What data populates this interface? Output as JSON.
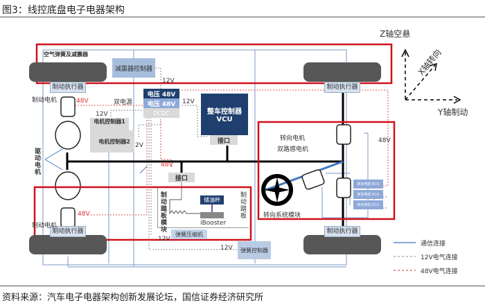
{
  "title": "图3：线控底盘电子电器架构",
  "source": "资料来源：汽车电子电器架构创新发展论坛，国信证券经济研究所",
  "labels": {
    "air_spring": "空气弹簧及减震器",
    "damper_ctrl": "减震器控制器",
    "brake_actuator": "制动执行器",
    "brake_motor": "制动电机",
    "dual_power": "双电源",
    "v48a": "电压 48V",
    "v48b": "电压 48V",
    "dcdc": "DCDC",
    "vcu": "整车控制器",
    "vcu_sub": "VCU",
    "interface": "接口",
    "motor_ctrl1": "电机控制器1",
    "motor_ctrl2": "电机控制器2",
    "drive_motor": "驱动电机",
    "v12": "12V",
    "v48": "48V",
    "v2": "2V",
    "brake_pedal_module": "制动踏板模块",
    "brake_pedal": "制动踏板",
    "reservoir": "储油杯",
    "ibooster": "iBooster",
    "spring_compressor": "弹簧压缩机",
    "spring_ctrl": "弹簧控制器",
    "steer_motor": "转向电机",
    "dual_sensor_motor": "双路感电机",
    "steer_module": "转向系统模块",
    "ecu": "转向电机 ECU"
  },
  "axes": {
    "z": "Z轴空悬",
    "x": "X轴转向",
    "y": "Y轴制动"
  },
  "legend": [
    {
      "label": "通信连接",
      "style": "solid",
      "color": "#5b8ac6"
    },
    {
      "label": "12V电气连接",
      "style": "dashed",
      "color": "#888888"
    },
    {
      "label": "48V电气连接",
      "style": "dashed",
      "color": "#e03030"
    }
  ],
  "colors": {
    "highlight": "#d0101a",
    "navy": "#1f3f6e",
    "light_blue": "#9fb7dc",
    "grey_box": "#d9d9d9",
    "wheel": "#575757"
  }
}
